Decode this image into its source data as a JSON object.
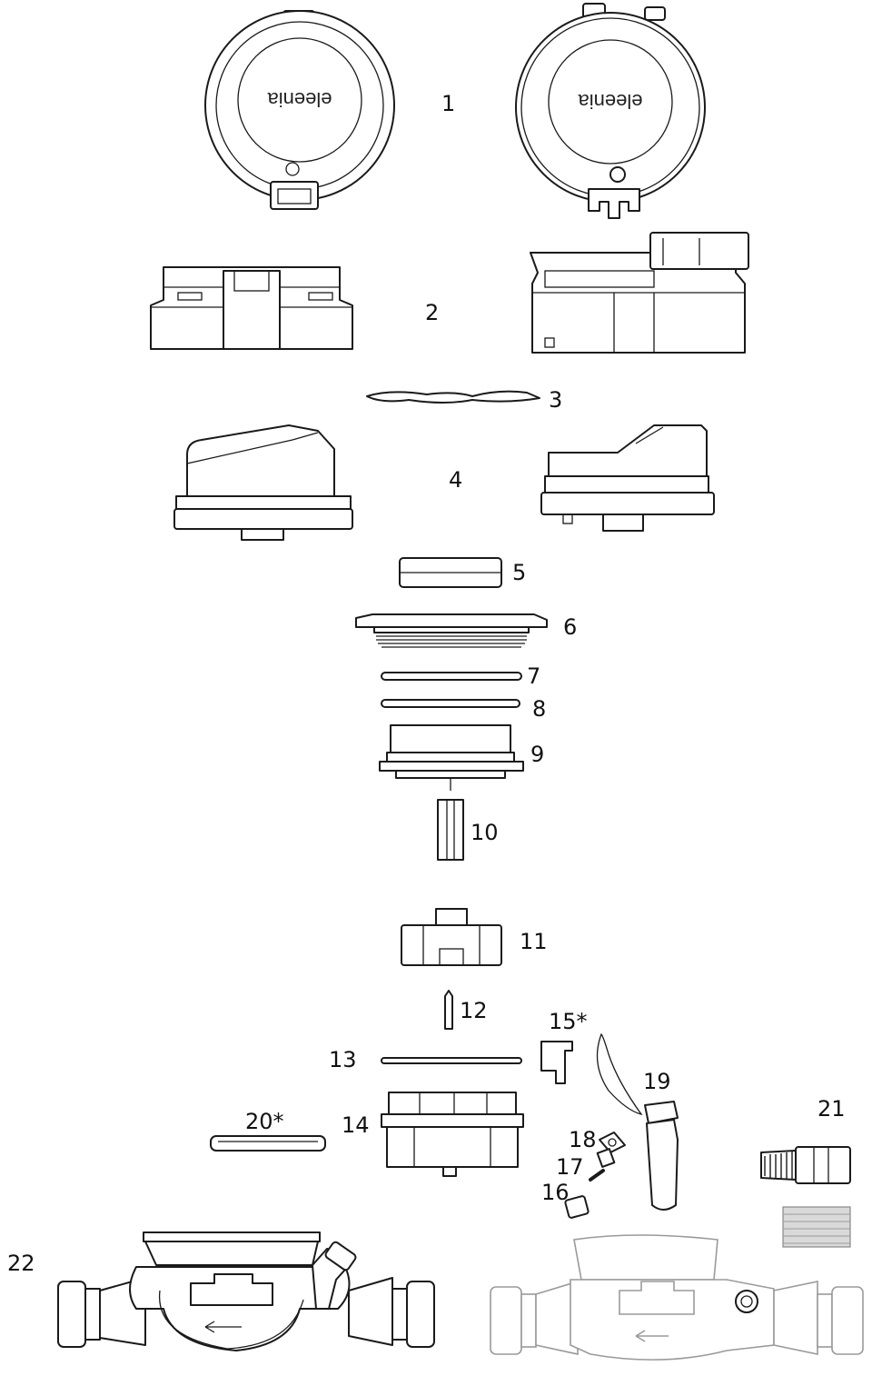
{
  "logo_text": "eleenia",
  "callouts": [
    {
      "id": "1",
      "text": "1"
    },
    {
      "id": "2",
      "text": "2"
    },
    {
      "id": "3",
      "text": "3"
    },
    {
      "id": "4",
      "text": "4"
    },
    {
      "id": "5",
      "text": "5"
    },
    {
      "id": "6",
      "text": "6"
    },
    {
      "id": "7",
      "text": "7"
    },
    {
      "id": "8",
      "text": "8"
    },
    {
      "id": "9",
      "text": "9"
    },
    {
      "id": "10",
      "text": "10"
    },
    {
      "id": "11",
      "text": "11"
    },
    {
      "id": "12",
      "text": "12"
    },
    {
      "id": "13",
      "text": "13"
    },
    {
      "id": "14",
      "text": "14"
    },
    {
      "id": "15",
      "text": "15*"
    },
    {
      "id": "16",
      "text": "16"
    },
    {
      "id": "17",
      "text": "17"
    },
    {
      "id": "18",
      "text": "18"
    },
    {
      "id": "19",
      "text": "19"
    },
    {
      "id": "20",
      "text": "20*"
    },
    {
      "id": "21",
      "text": "21"
    },
    {
      "id": "22",
      "text": "22"
    }
  ]
}
